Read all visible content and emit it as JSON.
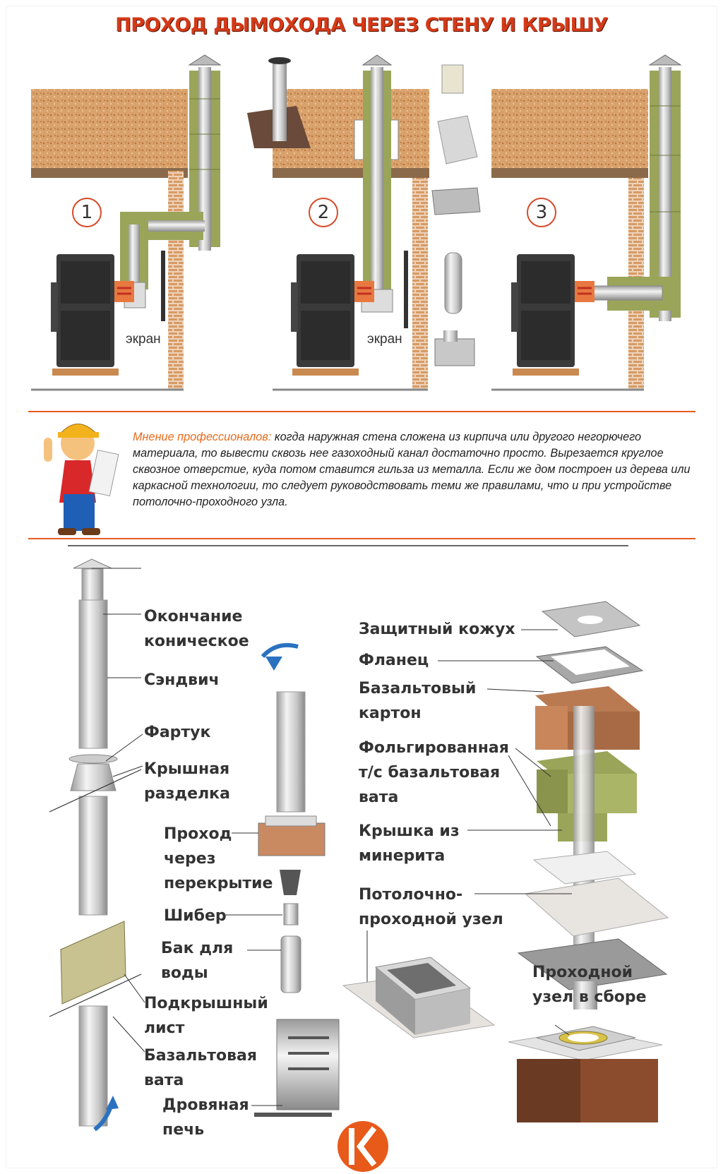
{
  "title": "ПРОХОД ДЫМОХОДА ЧЕРЕЗ СТЕНУ И КРЫШУ",
  "variants": [
    {
      "number": "1",
      "screen_label": "экран"
    },
    {
      "number": "2",
      "screen_label": "экран"
    },
    {
      "number": "3",
      "screen_label": ""
    }
  ],
  "note": {
    "lead": "Мнение профессионалов:",
    "text": " когда наружная стена сложена из кирпича или другого негорючего материала, то вывести сквозь нее газоходный канал достаточно просто. Вырезается круглое сквозное отверстие, куда потом ставится гильза из металла. Если же дом построен из дерева или каркасной технологии, то следует руководствовать теми же правилами, что и при устройстве потолочно-проходного узла."
  },
  "chimney_labels": {
    "cap": "Окончание\nконическое",
    "sandwich": "Сэндвич",
    "apron": "Фартук",
    "roof_cut": "Крышная\nразделка",
    "under_roof_sheet": "Подкрышный\nлист",
    "basalt_wool": "Базальтовая\nвата"
  },
  "stove_labels": {
    "ceiling_pass": "Проход\nчерез\nперекрытие",
    "damper": "Шибер",
    "water_tank": "Бак для\nводы",
    "wood_stove": "Дровяная\nпечь"
  },
  "node_labels": {
    "cover": "Защитный кожух",
    "flange": "Фланец",
    "basalt_board": "Базальтовый\nкартон",
    "foil_wool": "Фольгированная\nт/с базальтовая\nвата",
    "minerite_lid": "Крышка из\nминерита",
    "ceiling_node": "Потолочно-\nпроходной узел",
    "assembled": "Проходной\nузел в сборе"
  },
  "colors": {
    "title": "#d43a18",
    "accent": "#e86a1a",
    "insulation": "#9aa55a",
    "ceiling": "#d8a06a",
    "brick": "#c9894f"
  }
}
